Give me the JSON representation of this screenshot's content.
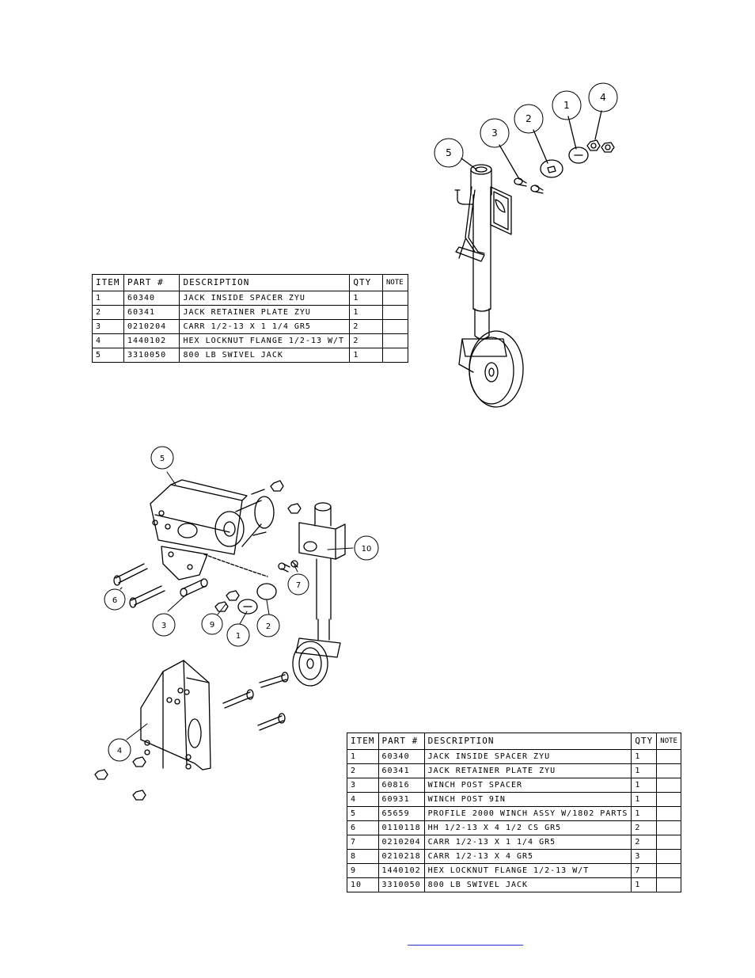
{
  "callouts_top": [
    "5",
    "3",
    "2",
    "1",
    "4"
  ],
  "callouts_bottom": [
    "5",
    "10",
    "7",
    "6",
    "3",
    "9",
    "1",
    "2",
    "4"
  ],
  "table1": {
    "headers": [
      "ITEM",
      "PART #",
      "DESCRIPTION",
      "QTY",
      "NOTE"
    ],
    "rows": [
      [
        "1",
        "60340",
        "JACK INSIDE SPACER ZYU",
        "1",
        ""
      ],
      [
        "2",
        "60341",
        "JACK RETAINER PLATE ZYU",
        "1",
        ""
      ],
      [
        "3",
        "0210204",
        "CARR 1/2-13 X 1 1/4 GR5",
        "2",
        ""
      ],
      [
        "4",
        "1440102",
        "HEX LOCKNUT FLANGE 1/2-13 W/T",
        "2",
        ""
      ],
      [
        "5",
        "3310050",
        "800 LB SWIVEL JACK",
        "1",
        ""
      ]
    ]
  },
  "table2": {
    "headers": [
      "ITEM",
      "PART #",
      "DESCRIPTION",
      "QTY",
      "NOTE"
    ],
    "rows": [
      [
        "1",
        "60340",
        "JACK INSIDE SPACER ZYU",
        "1",
        ""
      ],
      [
        "2",
        "60341",
        "JACK RETAINER PLATE ZYU",
        "1",
        ""
      ],
      [
        "3",
        "60816",
        "WINCH POST SPACER",
        "1",
        ""
      ],
      [
        "4",
        "60931",
        "WINCH POST 9IN",
        "1",
        ""
      ],
      [
        "5",
        "65659",
        "PROFILE 2000 WINCH ASSY W/1802 PARTS",
        "1",
        ""
      ],
      [
        "6",
        "0110118",
        "HH 1/2-13 X 4 1/2 CS GR5",
        "2",
        ""
      ],
      [
        "7",
        "0210204",
        "CARR 1/2-13 X 1 1/4 GR5",
        "2",
        ""
      ],
      [
        "8",
        "0210218",
        "CARR 1/2-13 X 4 GR5",
        "3",
        ""
      ],
      [
        "9",
        "1440102",
        "HEX LOCKNUT FLANGE 1/2-13 W/T",
        "7",
        ""
      ],
      [
        "10",
        "3310050",
        "800 LB SWIVEL JACK",
        "1",
        ""
      ]
    ]
  }
}
